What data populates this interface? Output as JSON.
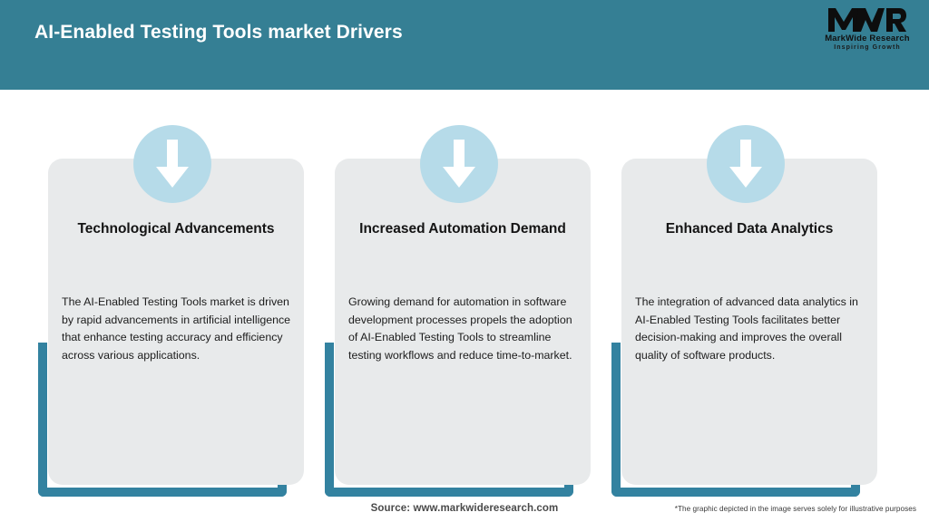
{
  "header": {
    "title": "AI-Enabled Testing Tools market Drivers",
    "background_color": "#357f94",
    "title_color": "#ffffff"
  },
  "logo": {
    "mark": "MWR",
    "company_name": "MarkWide Research",
    "tagline": "Inspiring Growth"
  },
  "theme": {
    "accent_teal": "#3382a0",
    "card_background": "#e8eaeb",
    "icon_circle": "#b6dbe9",
    "arrow_color": "#ffffff",
    "page_background": "#ffffff"
  },
  "cards": [
    {
      "icon": "arrow-down-icon",
      "title": "Technological Advancements",
      "body": "The AI-Enabled Testing Tools market is driven by rapid advancements in artificial intelligence that enhance testing accuracy and efficiency across various applications."
    },
    {
      "icon": "arrow-down-icon",
      "title": "Increased Automation Demand",
      "body": "Growing demand for automation in software development processes propels the adoption of AI-Enabled Testing Tools to streamline testing workflows and reduce time-to-market."
    },
    {
      "icon": "arrow-down-icon",
      "title": "Enhanced Data Analytics",
      "body": "The integration of advanced data analytics in AI-Enabled Testing Tools facilitates better decision-making and improves the overall quality of software products."
    }
  ],
  "footer": {
    "source": "Source: www.markwideresearch.com",
    "disclaimer": "*The graphic depicted in the image serves solely for illustrative purposes"
  }
}
